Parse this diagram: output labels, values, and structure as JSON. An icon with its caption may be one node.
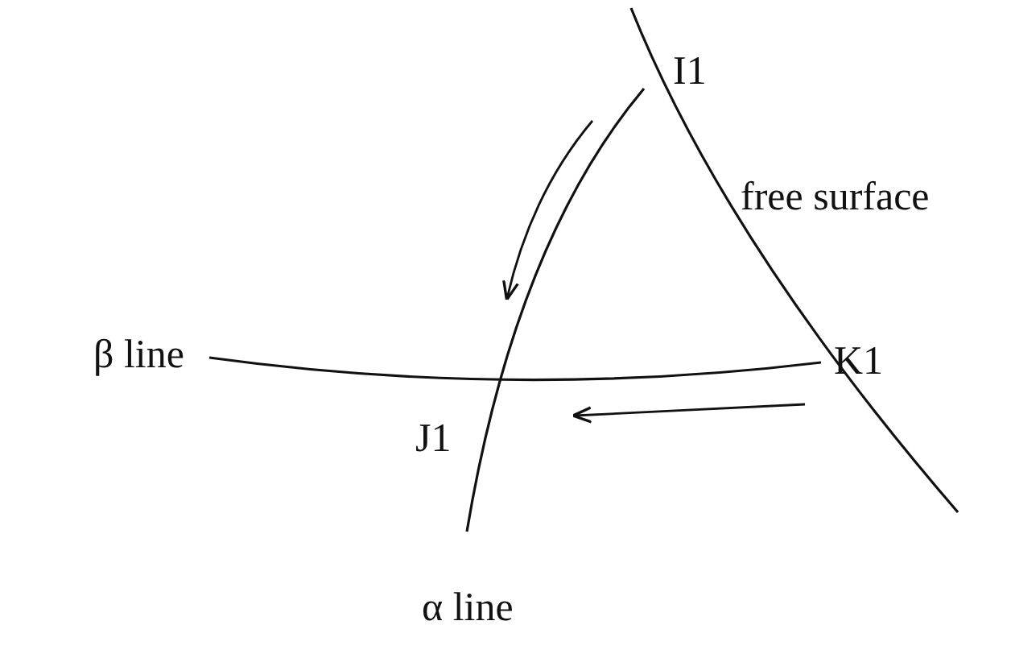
{
  "diagram": {
    "labels": [
      "I1",
      "free surface",
      "β line",
      "K1",
      "J1",
      "α line"
    ]
  }
}
